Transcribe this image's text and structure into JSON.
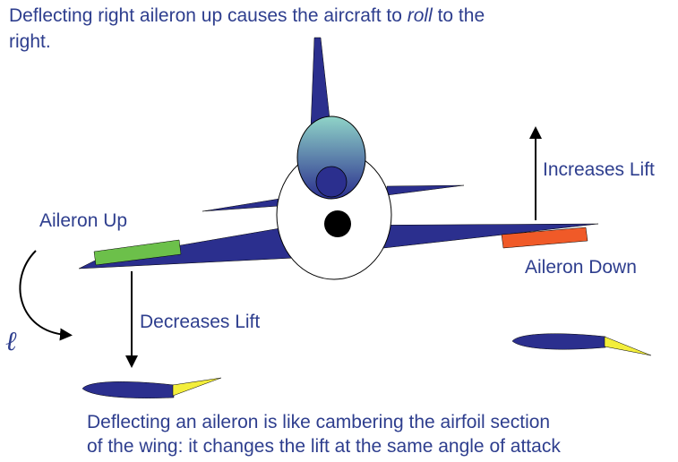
{
  "top_caption": {
    "before_italic": "Deflecting right aileron up causes the aircraft to ",
    "italic_word": "roll",
    "after_italic": " to the",
    "line2": "right."
  },
  "labels": {
    "aileron_up": "Aileron Up",
    "aileron_down": "Aileron Down",
    "increases_lift": "Increases Lift",
    "decreases_lift": "Decreases Lift",
    "roll_symbol": "ℓ"
  },
  "bottom_caption": {
    "line1": "Deflecting an aileron is like cambering the airfoil section",
    "line2": "of the wing: it changes the lift at the same angle of attack"
  },
  "colors": {
    "text": "#2e3e8e",
    "wing_blue": "#2b2f8e",
    "aileron_up": "#6cc04a",
    "aileron_down": "#f05a28",
    "flap_yellow": "#f3ee3b",
    "canopy_top": "#8fd4c8",
    "canopy_bottom": "#2b2f8e"
  }
}
